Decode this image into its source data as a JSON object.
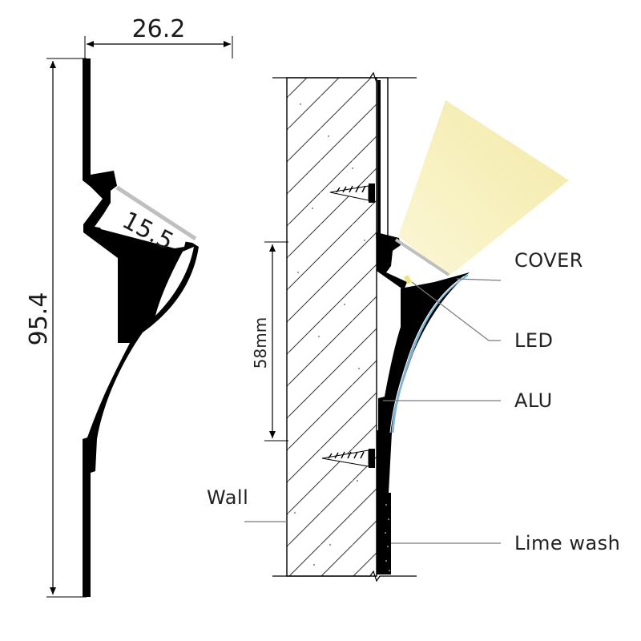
{
  "dimensions": {
    "width_label": "26.2",
    "height_label": "95.4",
    "diffuser_label": "15.5",
    "spacing_label": "58mm"
  },
  "callouts": {
    "cover": "COVER",
    "led": "LED",
    "alu": "ALU",
    "wall": "Wall",
    "lime_wash": "Lime wash"
  },
  "colors": {
    "profile": "#000000",
    "hatch": "#333333",
    "light_beam": "#f5eeb0",
    "diffuser": "#bfbfbf",
    "blue_edge": "#7eb6d9",
    "led_chip": "#f2e27a"
  }
}
